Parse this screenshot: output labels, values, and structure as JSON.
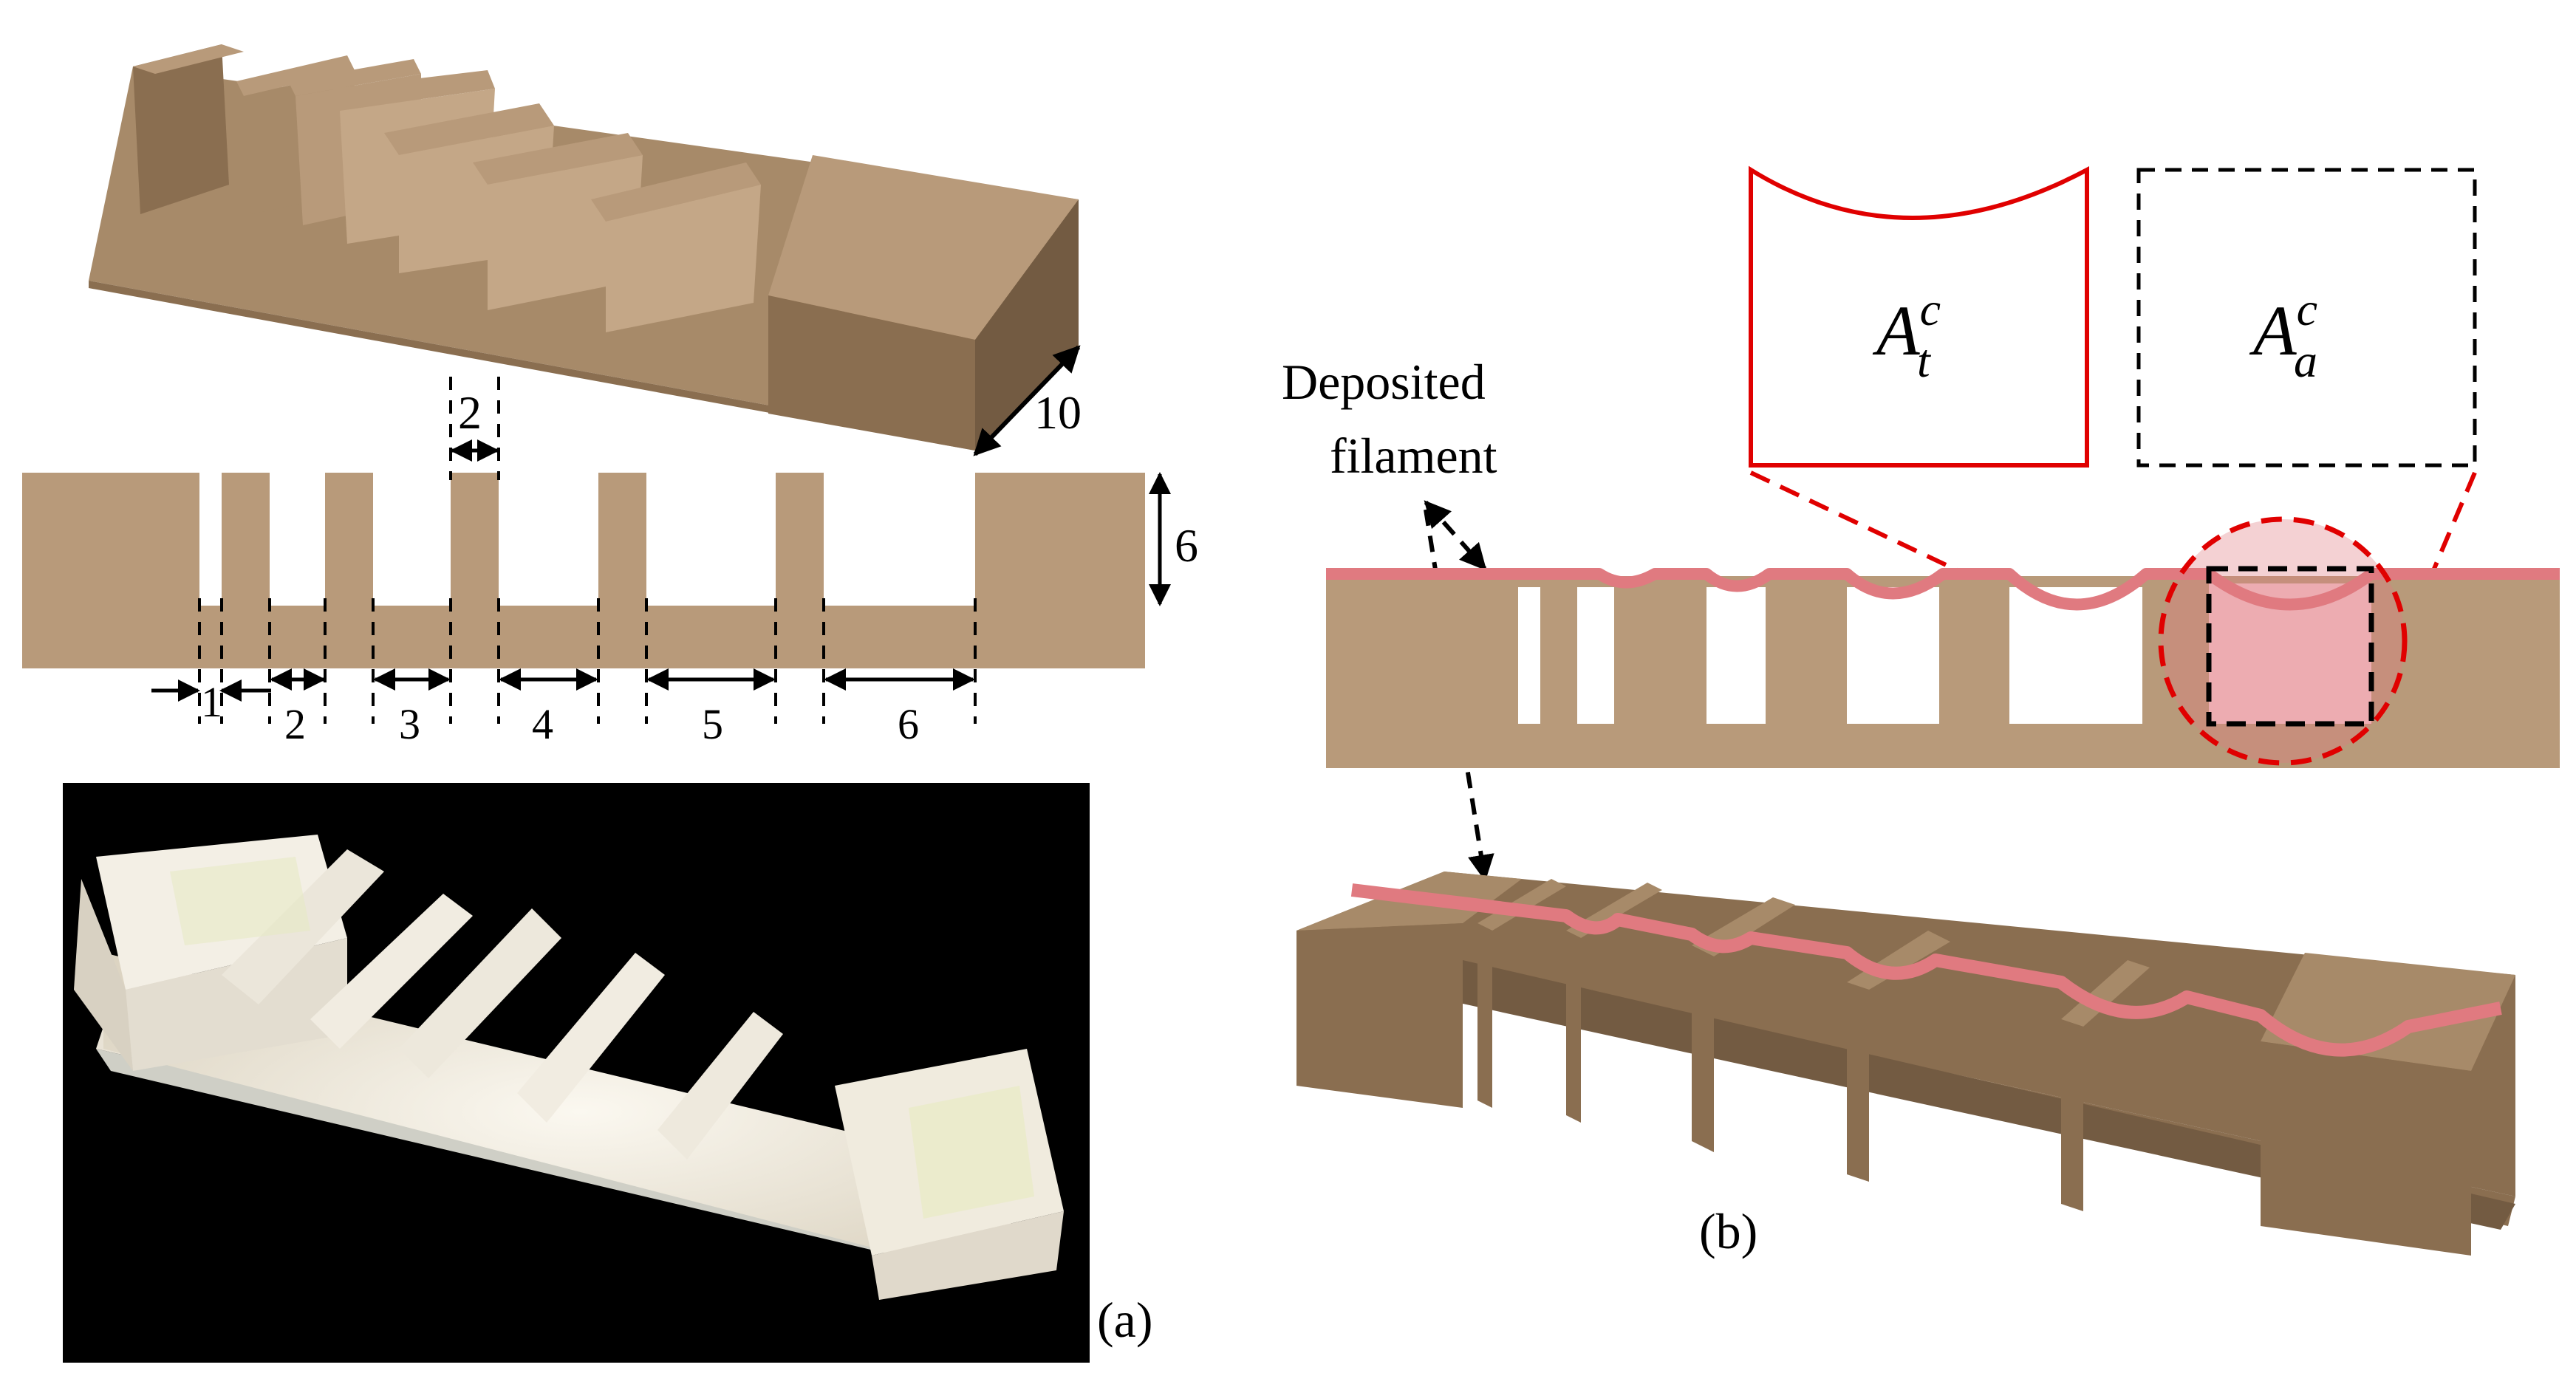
{
  "panel_a": {
    "width_dim": "10",
    "height_dim": "6",
    "rib_width_dim": "2",
    "gap_dims": [
      "1",
      "2",
      "3",
      "4",
      "5",
      "6"
    ],
    "label": "(a)"
  },
  "panel_b": {
    "label": "(b)",
    "callout_line1": "Deposited",
    "callout_line2": "filament",
    "theoretical_area": {
      "base": "A",
      "sup": "c",
      "sub": "t"
    },
    "actual_area": {
      "base": "A",
      "sup": "c",
      "sub": "a"
    }
  },
  "colors": {
    "part_face": "#b89a7a",
    "part_side": "#8a6e50",
    "part_dark": "#735b42",
    "filament": "#e07a80",
    "callout_red": "#e00000",
    "photo_bg": "#000000",
    "photo_part": "#f1ece1"
  }
}
